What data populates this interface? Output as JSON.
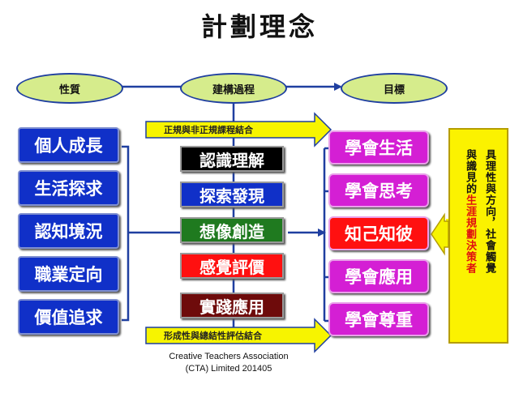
{
  "title": "計劃理念",
  "headers": {
    "left": "性質",
    "middle": "建構過程",
    "right": "目標"
  },
  "banners": {
    "top": "正規與非正規課程結合",
    "bottom": "形成性與總結性評估結合"
  },
  "left_items": [
    "個人成長",
    "生活探求",
    "認知境況",
    "職業定向",
    "價值追求"
  ],
  "middle_items": [
    {
      "label": "認識理解",
      "color": "#000000"
    },
    {
      "label": "探索發現",
      "color": "#1030c8"
    },
    {
      "label": "想像創造",
      "color": "#1f7a1f"
    },
    {
      "label": "感覺評價",
      "color": "#ff1010"
    },
    {
      "label": "實踐應用",
      "color": "#6e0b0b"
    }
  ],
  "right_items": [
    {
      "label": "學會生活",
      "color": "#d41fd4"
    },
    {
      "label": "學會思考",
      "color": "#d41fd4"
    },
    {
      "label": "知己知彼",
      "color": "#ff1010"
    },
    {
      "label": "學會應用",
      "color": "#d41fd4"
    },
    {
      "label": "學會尊重",
      "color": "#d41fd4"
    }
  ],
  "side_panel": {
    "col1": "具理性與方向，社會觸覺",
    "col2_black": "與識見的",
    "col2_red": "生涯規劃決策者"
  },
  "credit": {
    "line1": "Creative Teachers Association",
    "line2": "(CTA) Limited 201405"
  },
  "colors": {
    "arrow": "#1f3fa0",
    "banner": "#f7f400",
    "oval_fill": "#d6ec8c"
  }
}
